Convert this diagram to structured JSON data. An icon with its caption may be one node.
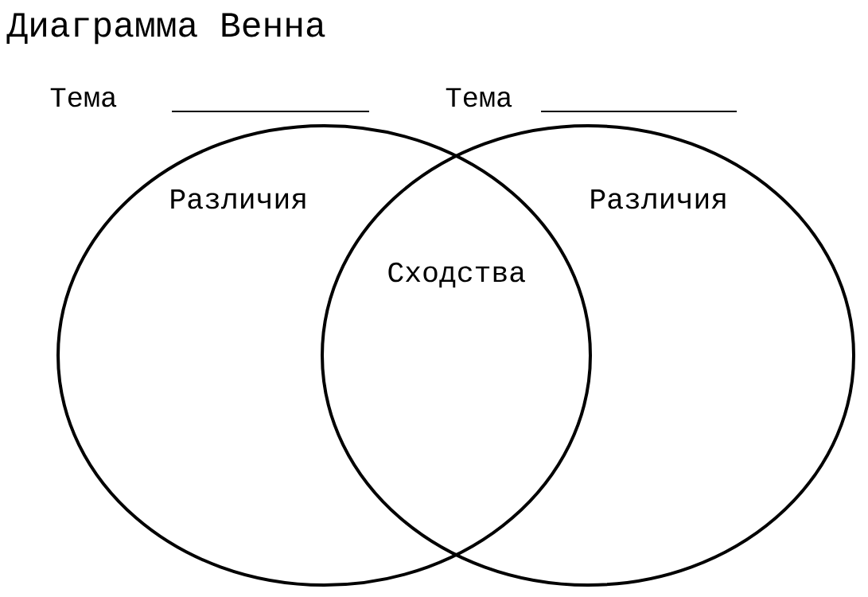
{
  "diagram": {
    "title": "Диаграмма Венна",
    "nodes": [
      {
        "text": [
          "Тема",
          "Различия"
        ]
      },
      {
        "text": [
          "Тема",
          "Различия"
        ]
      }
    ],
    "labels": [
      "Сходства"
    ]
  }
}
